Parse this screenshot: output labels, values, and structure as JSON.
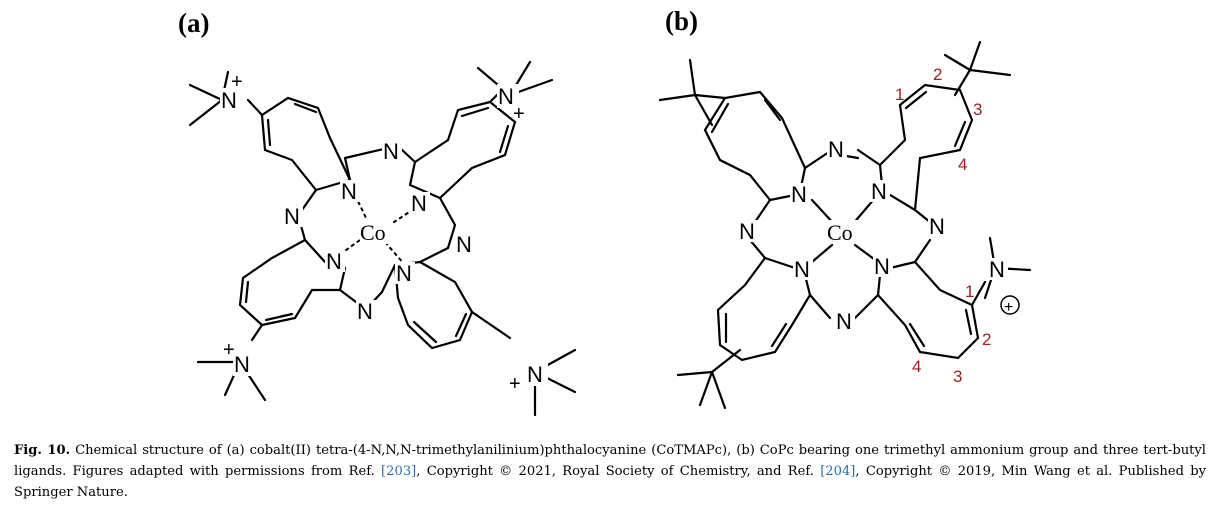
{
  "panels": {
    "a": {
      "label": "(a)",
      "metal": "Co",
      "atoms": {
        "n": "N",
        "nplus": "N",
        "plus": "+"
      }
    },
    "b": {
      "label": "(b)",
      "metal": "Co",
      "atoms": {
        "n": "N",
        "nplus": "N",
        "plus": "+"
      },
      "numbers": [
        "1",
        "2",
        "3",
        "4"
      ]
    }
  },
  "caption": {
    "lead": "Fig. 10.",
    "text1": " Chemical structure of (a) cobalt(II) tetra-(4-N,N,N-trimethylanilinium)phthalocyanine (CoTMAPc), (b) CoPc bearing one trimethyl ammonium group and three tert-butyl ligands. Figures adapted with permissions from Ref. ",
    "ref1": "[203]",
    "text2": ", Copyright © 2021, Royal Society of Chemistry, and Ref. ",
    "ref2": "[204]",
    "text3": ", Copyright © 2019, Min Wang et al. Published by Springer Nature."
  },
  "colors": {
    "annotation_red": "#a31f1f",
    "reference_link": "#2a6db0"
  }
}
